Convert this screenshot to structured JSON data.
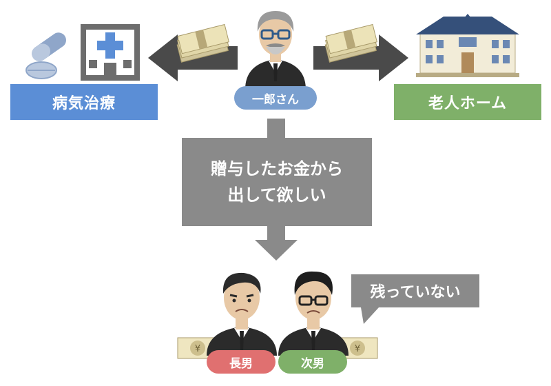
{
  "center_person": {
    "name": "一郎さん"
  },
  "left_destination": {
    "label": "病気治療",
    "color": "#5b8ed6"
  },
  "right_destination": {
    "label": "老人ホーム",
    "color": "#7fb069"
  },
  "request_box": {
    "line1": "贈与したお金から",
    "line2": "出して欲しい"
  },
  "callout": {
    "text": "残っていない"
  },
  "sons": [
    {
      "name": "長男",
      "color": "#e07070"
    },
    {
      "name": "次男",
      "color": "#7fb069"
    }
  ],
  "colors": {
    "arrow": "#4a4a4a",
    "gray_box": "#8a8a8a",
    "person_pill": "#7a9fcf"
  }
}
